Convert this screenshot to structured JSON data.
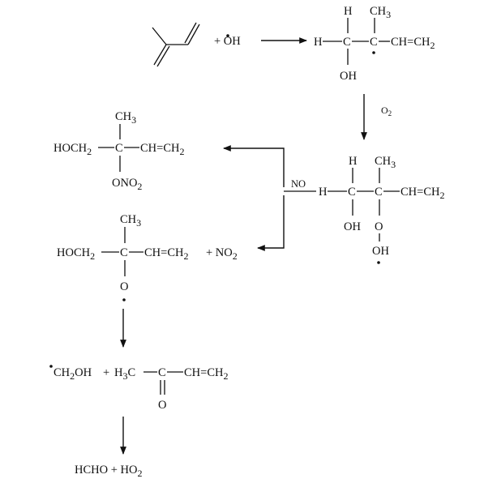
{
  "scheme": {
    "step1": {
      "plus_oh": "+ OH",
      "radical1": {
        "h_top": "H",
        "ch3_top": "CH",
        "ch3_sub": "3",
        "h_left": "H",
        "c1": "C",
        "c2": "C",
        "tail": "CH=CH",
        "tail_sub": "2",
        "oh_bottom": "OH"
      }
    },
    "step2": {
      "reagent": "O",
      "reagent_sub": "2",
      "peroxy": {
        "h_top": "H",
        "ch3_top": "CH",
        "ch3_sub": "3",
        "h_left": "H",
        "c1": "C",
        "c2": "C",
        "tail": "CH=CH",
        "tail_sub": "2",
        "oh_bottom": "OH",
        "o_bottom": "O",
        "oh_peroxy": "OH"
      }
    },
    "step3": {
      "reagent": "NO",
      "nitrate": {
        "ch3_top": "CH",
        "ch3_sub": "3",
        "hoch_left": "HOCH",
        "hoch_sub": "2",
        "c": "C",
        "tail": "CH=CH",
        "tail_sub": "2",
        "ono_bottom": "ONO",
        "ono_sub": "2"
      },
      "alkoxy": {
        "ch3_top": "CH",
        "ch3_sub": "3",
        "hoch_left": "HOCH",
        "hoch_sub": "2",
        "c": "C",
        "tail": "CH=CH",
        "tail_sub": "2",
        "plus_no2": "+ NO",
        "plus_no2_sub": "2",
        "o_bottom": "O"
      }
    },
    "step4": {
      "ch2oh": "CH",
      "ch2oh_sub": "2",
      "ch2oh_tail": "OH",
      "plus": "+",
      "h3c": "H",
      "h3c_sub": "3",
      "h3c_tail": "C",
      "c": "C",
      "tail": "CH=CH",
      "tail_sub": "2",
      "o_bottom": "O"
    },
    "step5": {
      "products": "HCHO + HO",
      "products_sub": "2"
    }
  }
}
